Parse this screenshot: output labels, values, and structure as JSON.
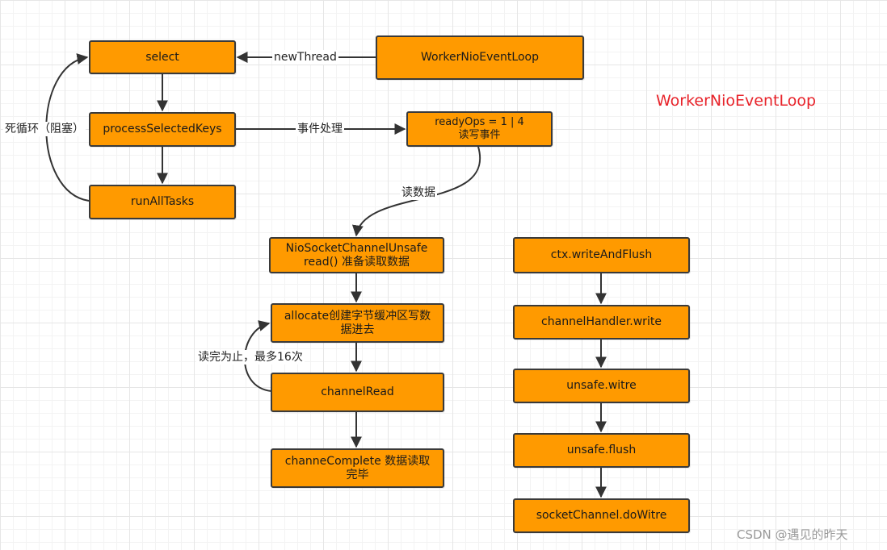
{
  "diagram": {
    "title": "WorkerNioEventLoop",
    "nodes": {
      "select": "select",
      "worker_nio_event_loop": "WorkerNioEventLoop",
      "process_selected_keys": "processSelectedKeys",
      "ready_ops_line1": "readyOps = 1 | 4",
      "ready_ops_line2": "读写事件",
      "run_all_tasks": "runAllTasks",
      "nio_unsafe_line1": "NioSocketChannelUnsafe",
      "nio_unsafe_line2": "read() 准备读取数据",
      "allocate_line1": "allocate创建字节缓冲区写数",
      "allocate_line2": "据进去",
      "channel_read": "channelRead",
      "channe_complete_line1": "channeComplete 数据读取",
      "channe_complete_line2": "完毕",
      "ctx_write_and_flush": "ctx.writeAndFlush",
      "channel_handler_write": "channelHandler.write",
      "unsafe_witre": "unsafe.witre",
      "unsafe_flush": "unsafe.flush",
      "socket_channel_do_witre": "socketChannel.doWitre"
    },
    "edge_labels": {
      "new_thread": "newThread",
      "event_handling": "事件处理",
      "read_data": "读数据",
      "dead_loop": "死循环（阻塞）",
      "read_until_done": "读完为止，最多16次"
    },
    "colors": {
      "node_fill": "#ff9a00",
      "node_border": "#3a3a3a",
      "title": "#e8232a",
      "arrow": "#333333"
    }
  },
  "watermark": "CSDN @遇见的昨天"
}
